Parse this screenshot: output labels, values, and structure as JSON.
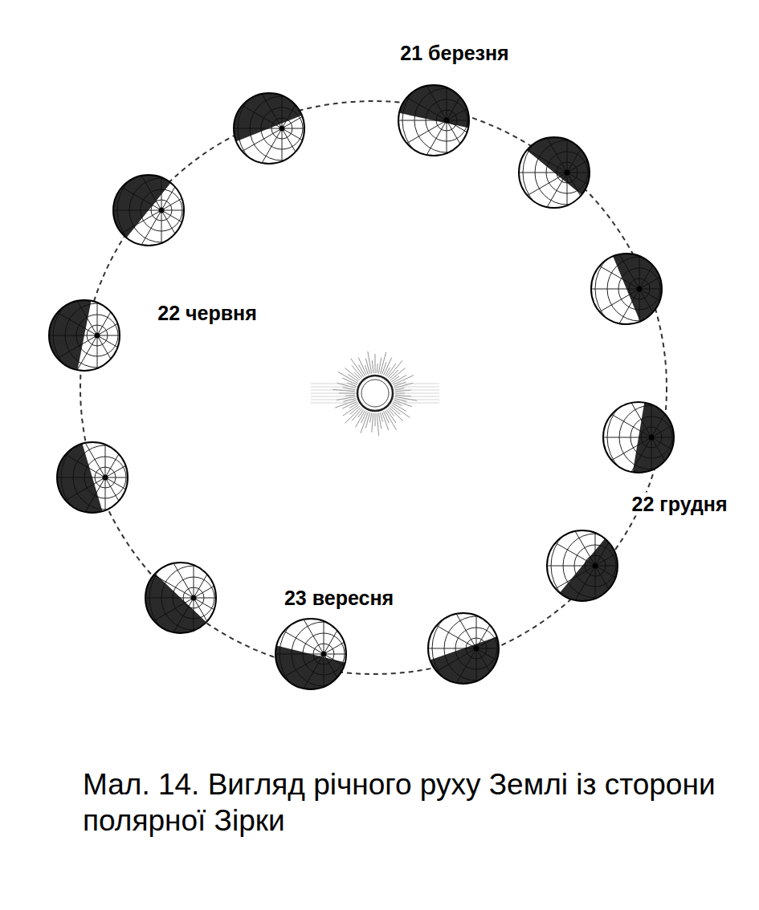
{
  "diagram": {
    "caption": "Мал. 14. Вигляд річного руху Землі із сторони полярної Зірки",
    "labels": [
      "21 березня",
      "22 червня",
      "22 грудня",
      "23 вересня"
    ]
  }
}
